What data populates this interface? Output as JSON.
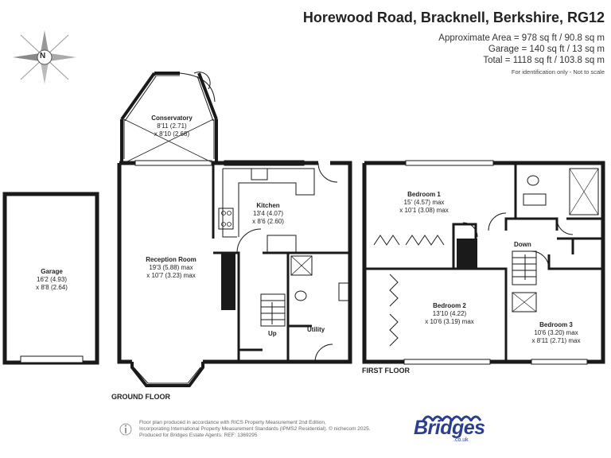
{
  "header": {
    "address": "Horewood Road, Bracknell, Berkshire, RG12",
    "approx_area": "Approximate Area = 978 sq ft / 90.8 sq m",
    "garage_area": "Garage = 140 sq ft / 13 sq m",
    "total_area": "Total = 1118 sq ft / 103.8 sq m",
    "disclaimer": "For identification only - Not to scale"
  },
  "compass": {
    "label": "N",
    "icon": "compass-north-icon"
  },
  "rooms": {
    "conservatory": {
      "name": "Conservatory",
      "dim1": "8'11 (2.71)",
      "dim2": "x 8'10 (2.68)"
    },
    "kitchen": {
      "name": "Kitchen",
      "dim1": "13'4 (4.07)",
      "dim2": "x 8'6 (2.60)"
    },
    "reception": {
      "name": "Reception Room",
      "dim1": "19'3 (5.88) max",
      "dim2": "x 10'7 (3.23) max"
    },
    "garage": {
      "name": "Garage",
      "dim1": "16'2 (4.93)",
      "dim2": "x 8'8 (2.64)"
    },
    "bedroom1": {
      "name": "Bedroom 1",
      "dim1": "15' (4.57) max",
      "dim2": "x 10'1 (3.08) max"
    },
    "bedroom2": {
      "name": "Bedroom 2",
      "dim1": "13'10 (4.22)",
      "dim2": "x 10'6 (3.19) max"
    },
    "bedroom3": {
      "name": "Bedroom 3",
      "dim1": "10'6 (3.20) max",
      "dim2": "x 8'11 (2.71) max"
    },
    "utility": {
      "name": "Utility"
    }
  },
  "stairs": {
    "up": "Up",
    "down": "Down"
  },
  "floors": {
    "ground": "GROUND FLOOR",
    "first": "FIRST FLOOR"
  },
  "footer": {
    "line1": "Floor plan produced in accordance with RICS Property Measurement 2nd Edition,",
    "line2": "Incorporating International Property Measurement Standards (IPMS2 Residential).  © nichecom 2025.",
    "line3": "Produced for Bridges Estate Agents.   REF: 1369295"
  },
  "brand": {
    "name": "Bridges",
    "domain": ".co.uk",
    "color": "#2a3f8f"
  },
  "colors": {
    "wall": "#1a1a1a"
  }
}
